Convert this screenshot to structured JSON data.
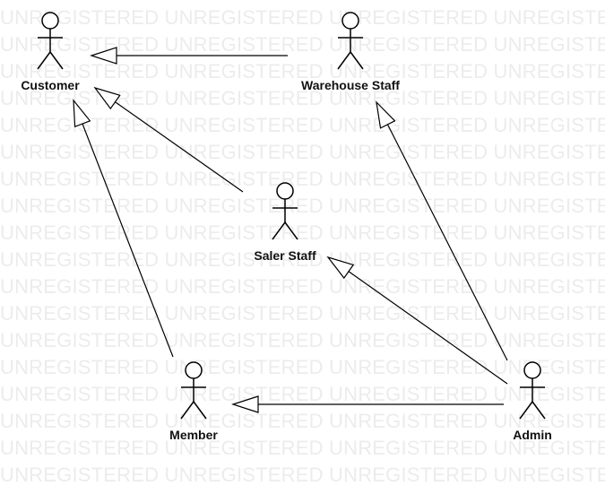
{
  "diagram": {
    "type": "uml-use-case-actor-generalization",
    "watermark_text": "UNREGISTERED",
    "line_color": "#000000",
    "watermark_color": "#ececec",
    "actors": [
      {
        "id": "customer",
        "label": "Customer"
      },
      {
        "id": "warehouse",
        "label": "Warehouse Staff"
      },
      {
        "id": "saler",
        "label": "Saler Staff"
      },
      {
        "id": "member",
        "label": "Member"
      },
      {
        "id": "admin",
        "label": "Admin"
      }
    ],
    "generalizations": [
      {
        "from": "warehouse",
        "to": "customer"
      },
      {
        "from": "saler",
        "to": "customer"
      },
      {
        "from": "member",
        "to": "customer"
      },
      {
        "from": "admin",
        "to": "warehouse"
      },
      {
        "from": "admin",
        "to": "saler"
      },
      {
        "from": "admin",
        "to": "member"
      }
    ]
  }
}
